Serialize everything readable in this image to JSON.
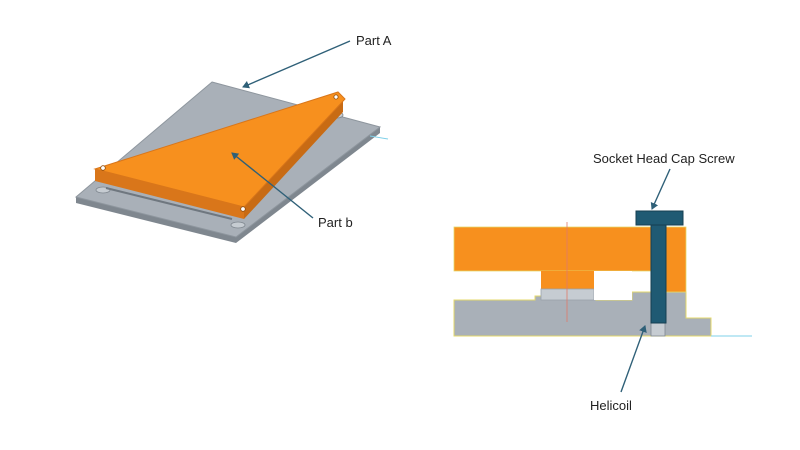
{
  "labels": {
    "part_a": "Part A",
    "part_b": "Part b",
    "screw": "Socket Head Cap Screw",
    "helicoil": "Helicoil"
  },
  "colors": {
    "orange": "#F7901E",
    "orange_dark": "#D9761A",
    "gray": "#A9B0B8",
    "gray_dark": "#7F878F",
    "gray_light": "#C6CCD2",
    "screw": "#1F5A73",
    "leader": "#2F6078",
    "centerline": "#E07A6A",
    "edge_line": "#7FD0E8"
  }
}
